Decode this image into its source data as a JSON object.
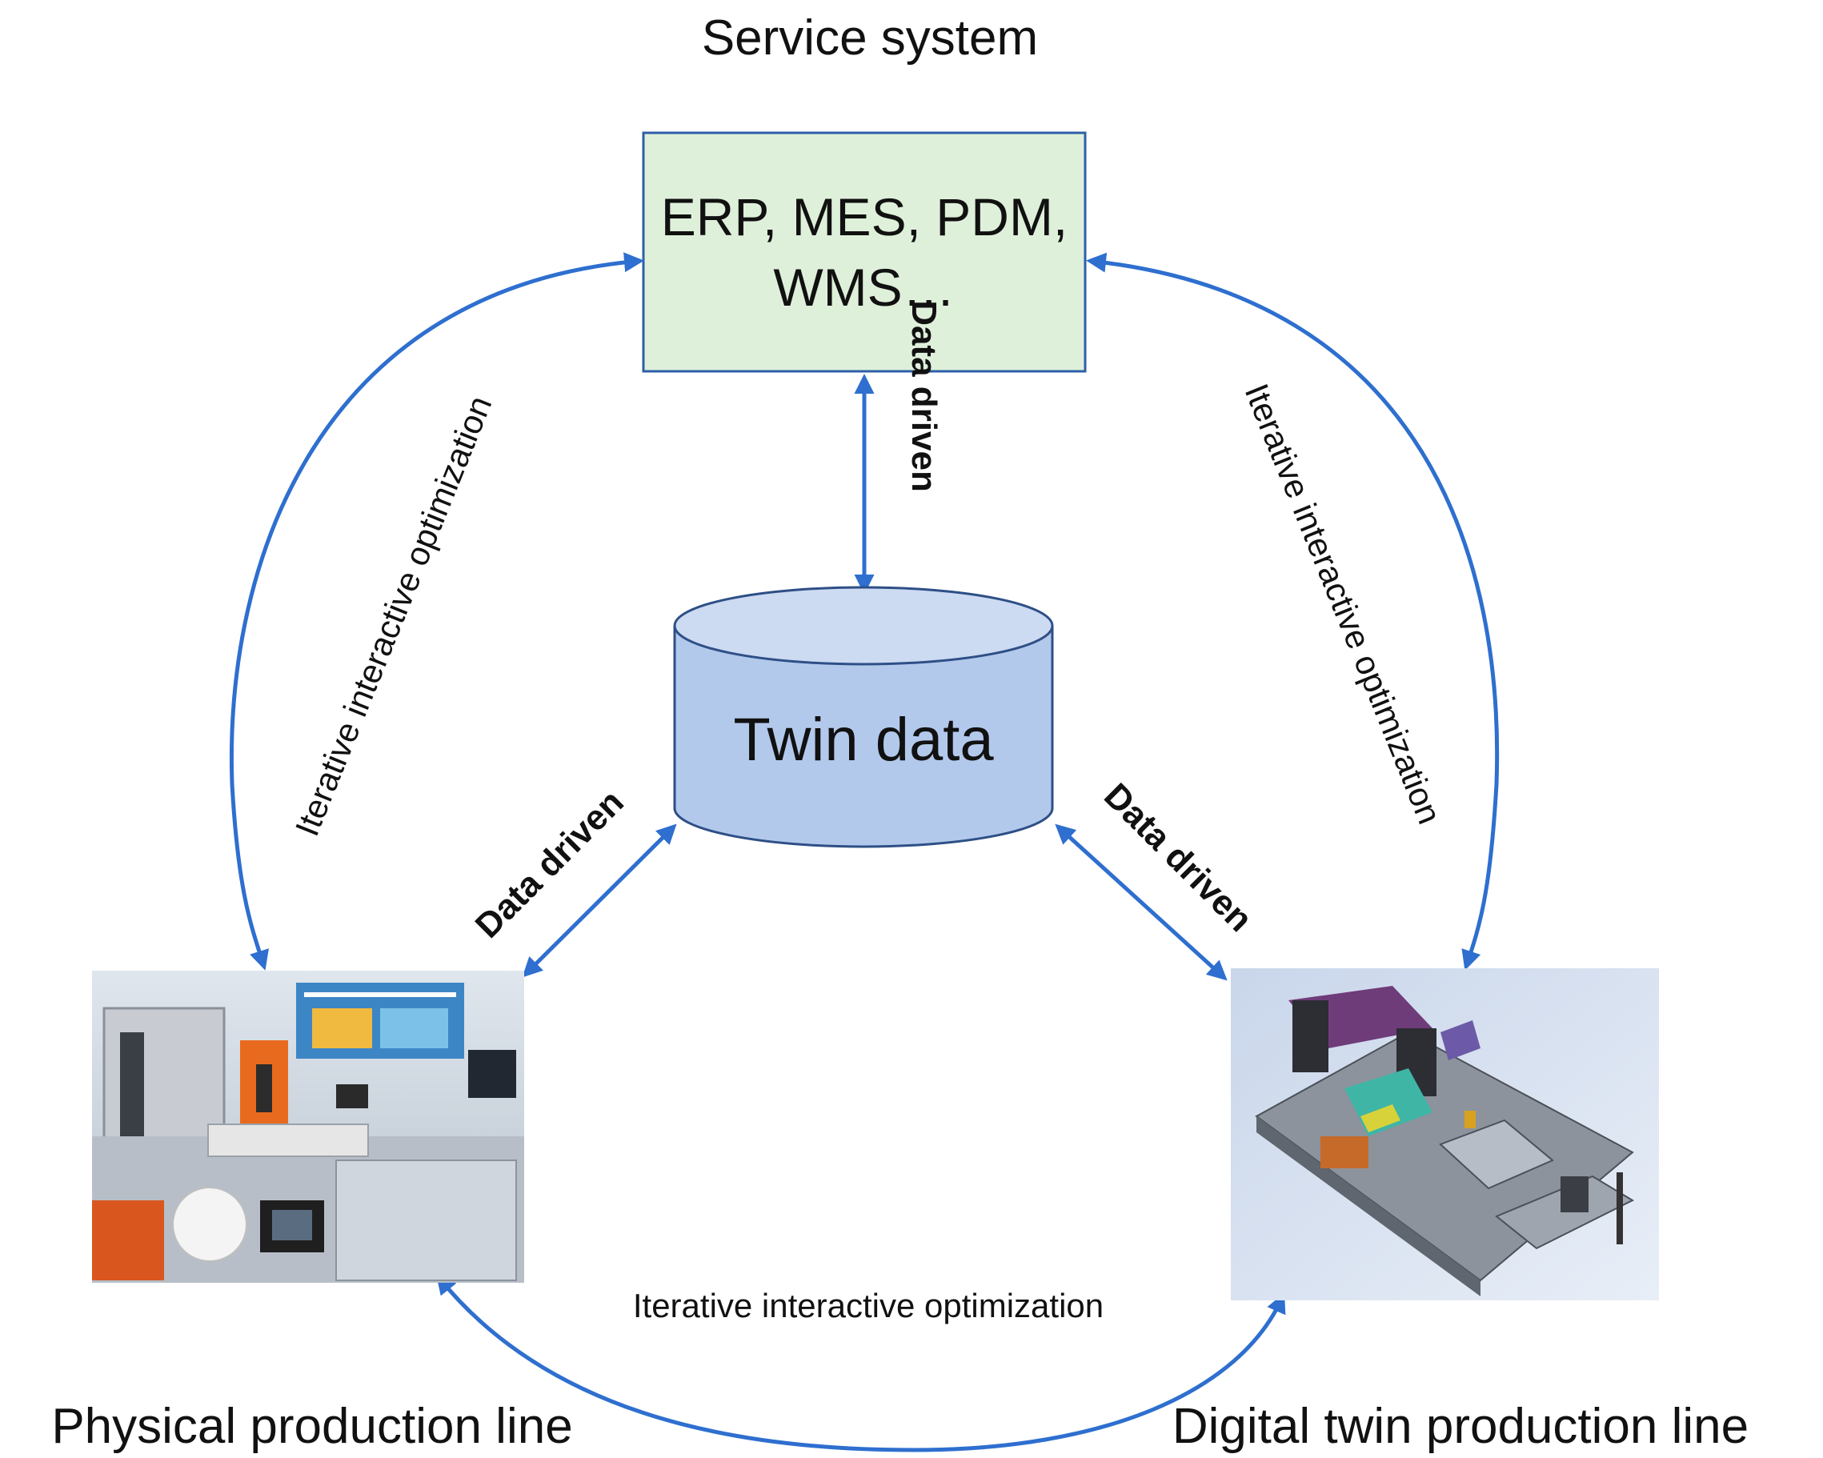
{
  "colors": {
    "arrow": "#2e6fcf",
    "service_box_fill": "#dff0da",
    "service_box_stroke": "#2e5fa8",
    "cylinder_fill": "#b3c9ec",
    "cylinder_top_fill": "#ccdaf2",
    "cylinder_stroke": "#2e4f86"
  },
  "service_system": {
    "title": "Service system",
    "box_line1": "ERP, MES, PDM,",
    "box_line2": "WMS…"
  },
  "twin_data": {
    "label": "Twin data"
  },
  "links": {
    "data_driven_vertical": "Data driven",
    "data_driven_left": "Data driven",
    "data_driven_right": "Data driven",
    "iter_left": "Iterative interactive optimization",
    "iter_right": "Iterative interactive optimization",
    "iter_bottom": "Iterative interactive optimization"
  },
  "physical": {
    "label": "Physical production line"
  },
  "digital": {
    "label": "Digital twin production line"
  }
}
